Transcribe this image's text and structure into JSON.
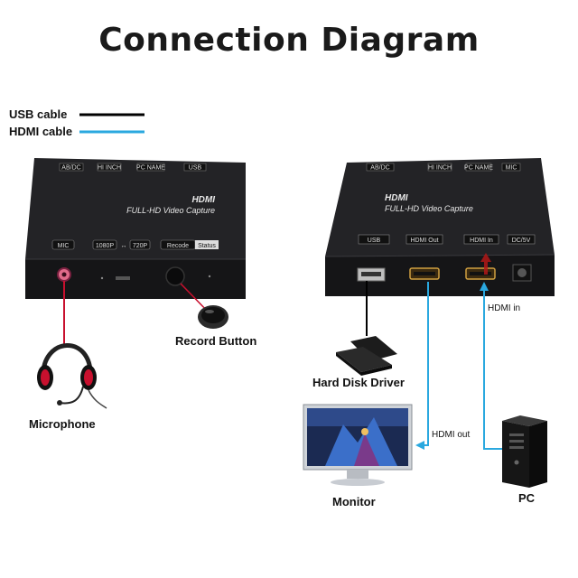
{
  "title": "Connection Diagram",
  "legend": {
    "usb_label": "USB cable",
    "usb_color": "#000000",
    "hdmi_label": "HDMI cable",
    "hdmi_color": "#2aa8df"
  },
  "left_device": {
    "top_ports": [
      "AB/DC",
      "HI INCH",
      "PC NAME",
      "USB"
    ],
    "brand": "HDMI",
    "product": "FULL-HD Video Capture",
    "buttons": [
      "MIC",
      "1080P",
      "720P",
      "Recode",
      "Status"
    ]
  },
  "right_device": {
    "top_ports": [
      "AB/DC",
      "HI INCH",
      "PC NAME",
      "MIC"
    ],
    "brand": "HDMI",
    "product": "FULL-HD Video Capture",
    "ports": [
      "USB",
      "HDMI Out",
      "HDMI In",
      "DC/5V"
    ]
  },
  "labels": {
    "record_button": "Record Button",
    "microphone": "Microphone",
    "hard_disk": "Hard Disk Driver",
    "monitor": "Monitor",
    "pc": "PC",
    "hdmi_in": "HDMI in",
    "hdmi_out": "HDMI out"
  },
  "colors": {
    "device_body": "#1f1f22",
    "mic_cable": "#c8102e",
    "hdmi_cable": "#2aa8df"
  }
}
